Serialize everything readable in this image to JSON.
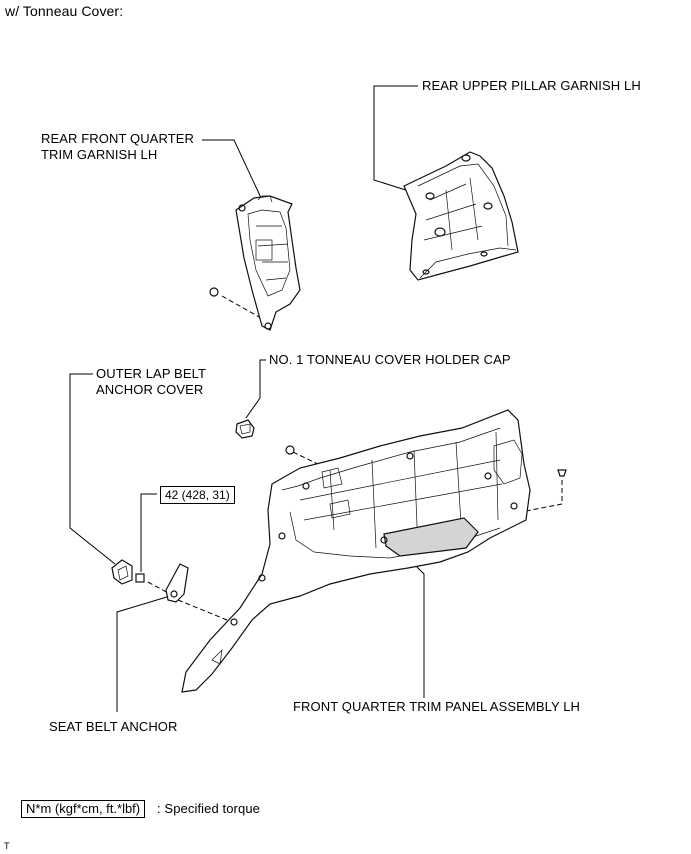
{
  "header": {
    "title": "w/ Tonneau Cover:"
  },
  "labels": {
    "rear_upper_pillar": "REAR UPPER PILLAR GARNISH LH",
    "rear_front_quarter_1": "REAR FRONT QUARTER",
    "rear_front_quarter_2": "TRIM GARNISH LH",
    "holder_cap": "NO. 1 TONNEAU COVER HOLDER CAP",
    "outer_lap_1": "OUTER LAP BELT",
    "outer_lap_2": "ANCHOR COVER",
    "front_quarter_panel": "FRONT QUARTER TRIM PANEL ASSEMBLY LH",
    "seat_belt_anchor": "SEAT BELT ANCHOR"
  },
  "torque": {
    "value": "42 (428, 31)"
  },
  "legend": {
    "unit_box": "N*m (kgf*cm, ft.*lbf)",
    "description": ": Specified torque"
  },
  "footer": {
    "mark": "T"
  }
}
